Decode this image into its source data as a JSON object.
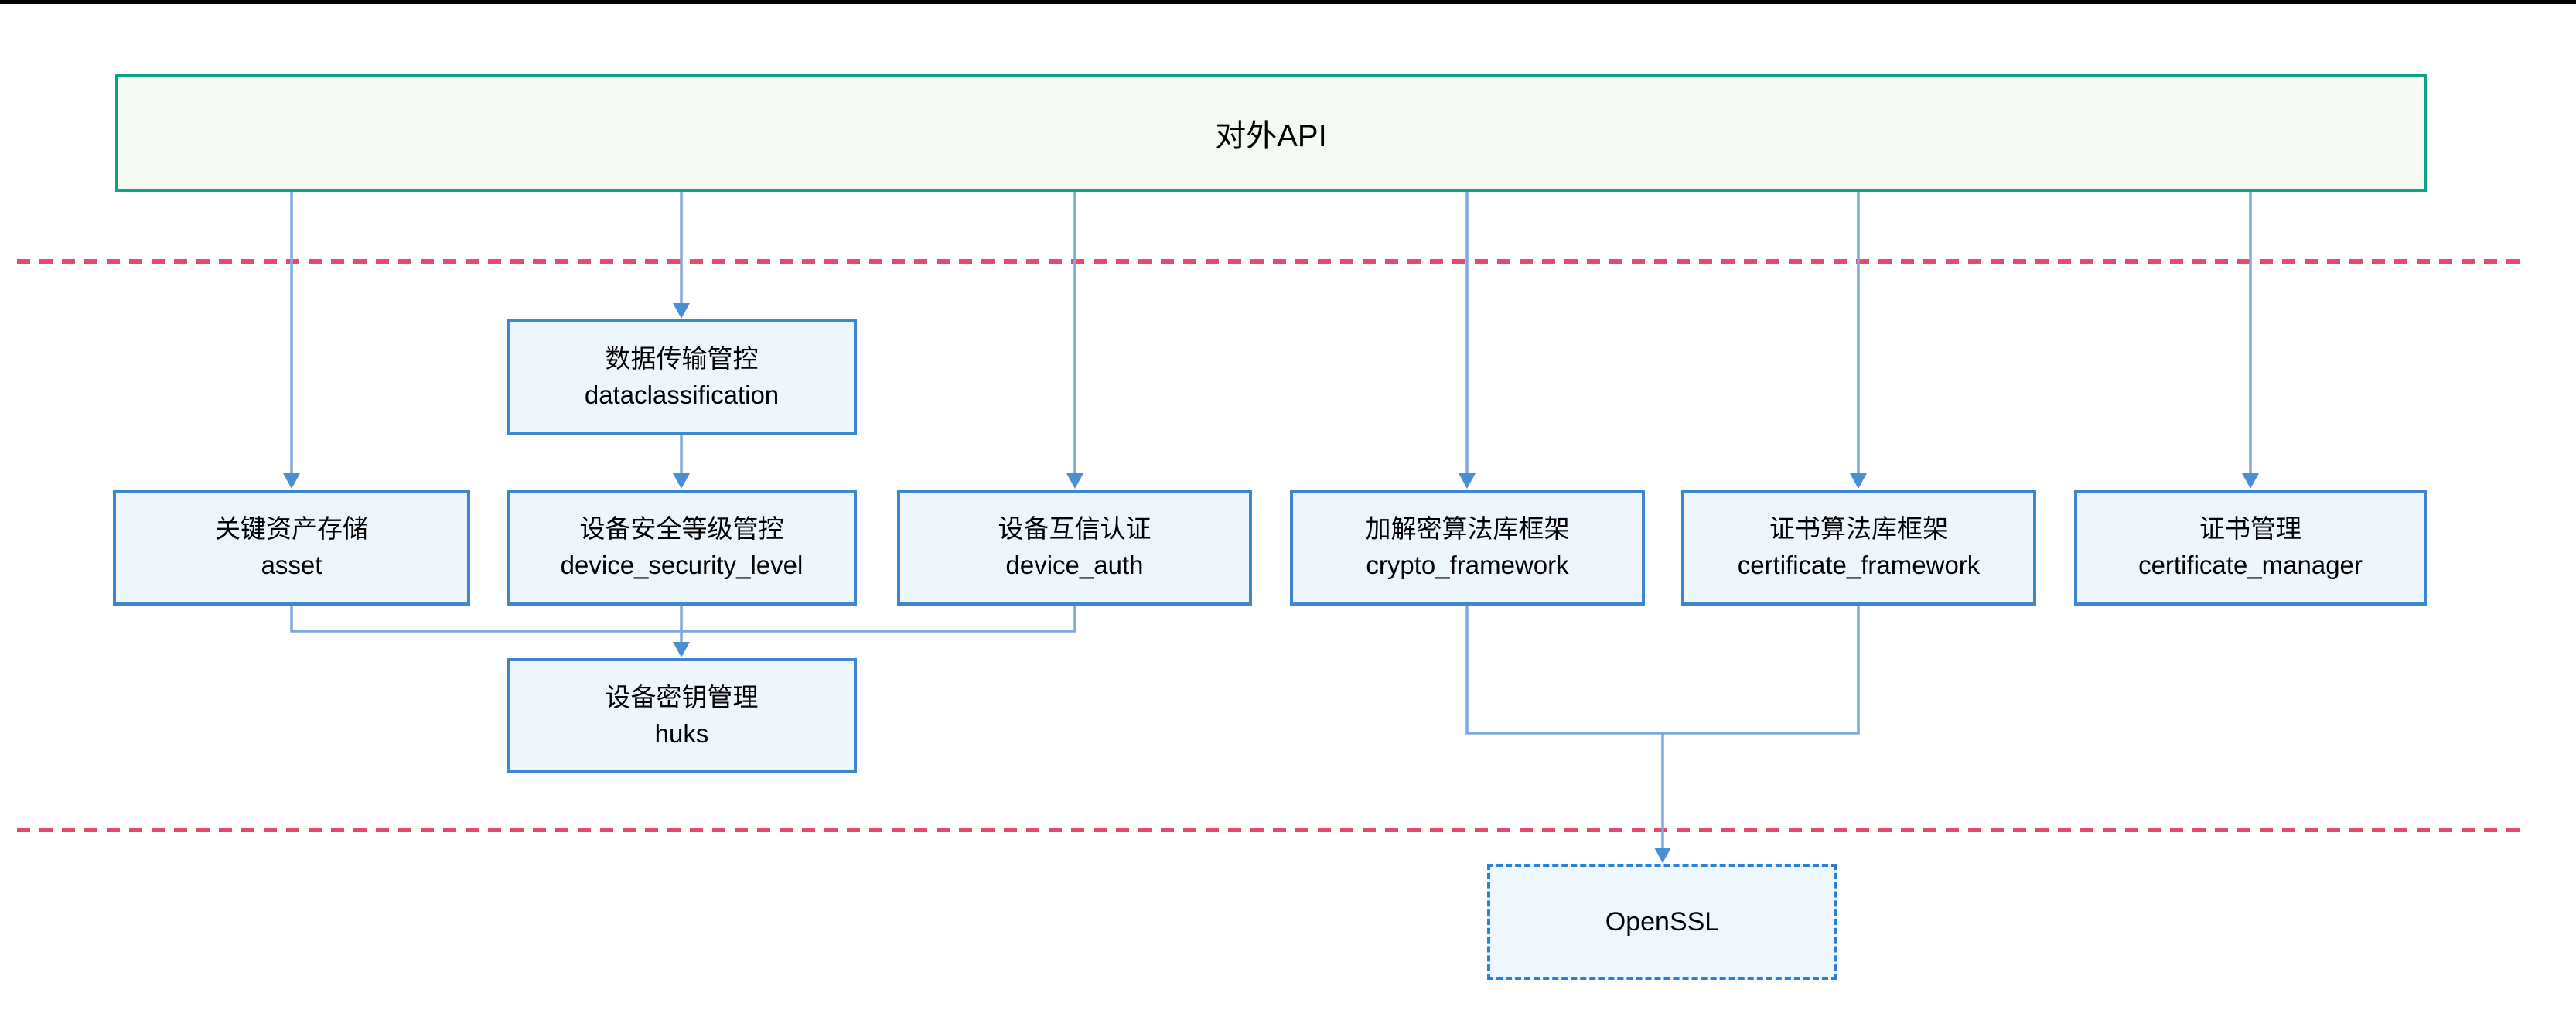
{
  "diagram": {
    "api": {
      "label": "对外API"
    },
    "modules": {
      "dataclassification": {
        "zh": "数据传输管控",
        "en": "dataclassification"
      },
      "asset": {
        "zh": "关键资产存储",
        "en": "asset"
      },
      "device_security_level": {
        "zh": "设备安全等级管控",
        "en": "device_security_level"
      },
      "device_auth": {
        "zh": "设备互信认证",
        "en": "device_auth"
      },
      "crypto_framework": {
        "zh": "加解密算法库框架",
        "en": "crypto_framework"
      },
      "certificate_framework": {
        "zh": "证书算法库框架",
        "en": "certificate_framework"
      },
      "certificate_manager": {
        "zh": "证书管理",
        "en": "certificate_manager"
      },
      "huks": {
        "zh": "设备密钥管理",
        "en": "huks"
      }
    },
    "external": {
      "openssl": {
        "label": "OpenSSL"
      }
    },
    "colors": {
      "api_border": "#0da287",
      "api_fill": "#f4f9f2",
      "module_border": "#3e87d0",
      "module_fill": "#edf5fd",
      "connector_line": "#7ea9de",
      "arrowhead": "#4a8fd3",
      "divider_dash": "#e8486b",
      "external_border": "#2b7fd6",
      "top_bar": "#000000"
    }
  }
}
